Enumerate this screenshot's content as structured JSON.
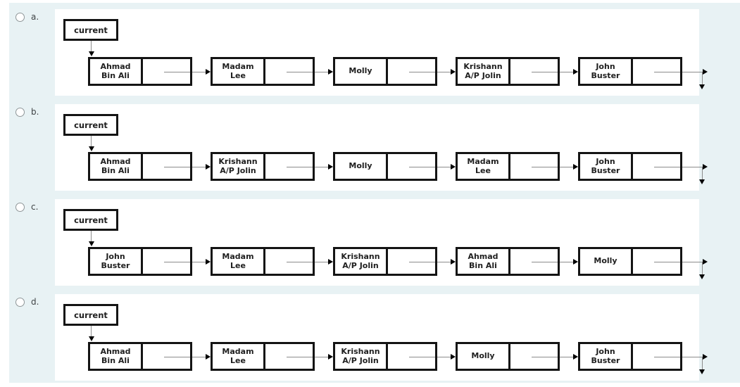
{
  "colors": {
    "page_background": "#ffffff",
    "question_background": "#e8f2f4",
    "panel_background": "#ffffff",
    "box_border": "#141414",
    "arrow_line": "#8c8c8c",
    "arrow_head": "#000000",
    "node_text": "#202020",
    "letter_text": "#3f4345"
  },
  "question": {
    "options": [
      {
        "id": "a",
        "label": "a.",
        "current_label": "current",
        "nodes": [
          "Ahmad\nBin Ali",
          "Madam\nLee",
          "Molly",
          "Krishann\nA/P Jolin",
          "John\nBuster"
        ]
      },
      {
        "id": "b",
        "label": "b.",
        "current_label": "current",
        "nodes": [
          "Ahmad\nBin Ali",
          "Krishann\nA/P Jolin",
          "Molly",
          "Madam\nLee",
          "John\nBuster"
        ]
      },
      {
        "id": "c",
        "label": "c.",
        "current_label": "current",
        "nodes": [
          "John\nBuster",
          "Madam\nLee",
          "Krishann\nA/P Jolin",
          "Ahmad\nBin Ali",
          "Molly"
        ]
      },
      {
        "id": "d",
        "label": "d.",
        "current_label": "current",
        "nodes": [
          "Ahmad\nBin Ali",
          "Madam\nLee",
          "Krishann\nA/P Jolin",
          "Molly",
          "John\nBuster"
        ]
      }
    ]
  }
}
